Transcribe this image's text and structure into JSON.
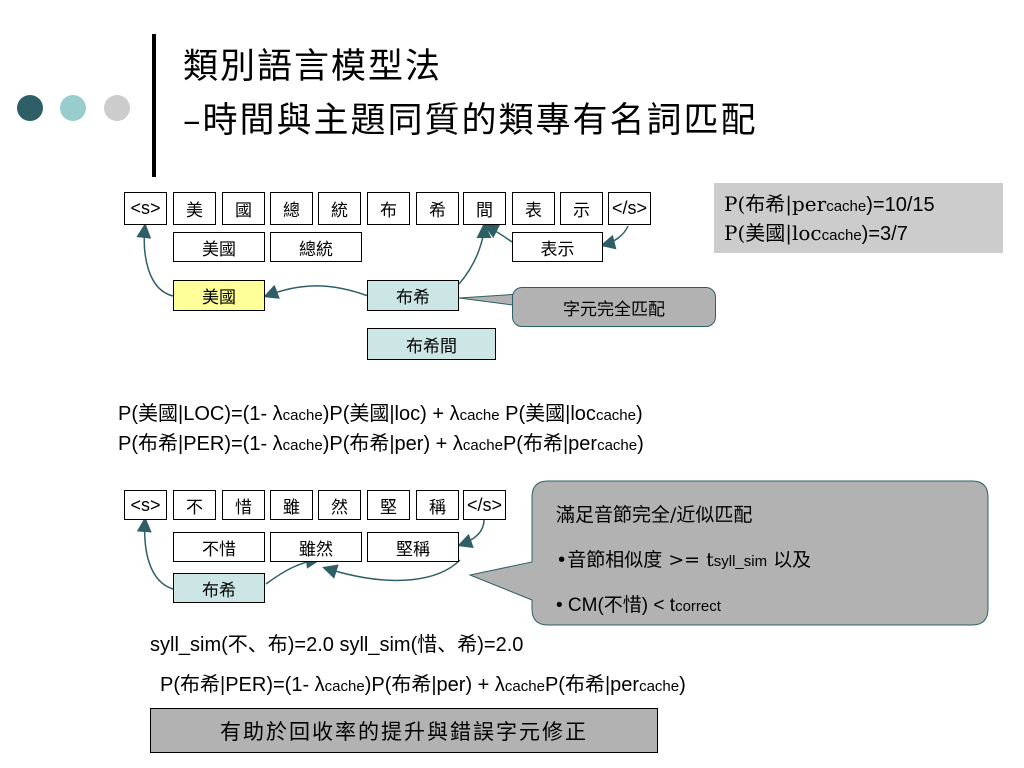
{
  "colors": {
    "dot1": "#2f5f66",
    "dot2": "#99cccc",
    "dot3": "#cccccc",
    "highlight_yellow": "#ffff99",
    "highlight_teal": "#cce6e6",
    "info_gray": "#cccccc",
    "summary_gray": "#b2b2b2",
    "arrow_stroke": "#2f5f66"
  },
  "title": {
    "line1": "類別語言模型法",
    "line2": "–時間與主題同質的類專有名詞匹配"
  },
  "example1": {
    "tokens": [
      "<s>",
      "美",
      "國",
      "總",
      "統",
      "布",
      "希",
      "間",
      "表",
      "示",
      "</s>"
    ],
    "words": [
      "美國",
      "總統",
      "表示"
    ],
    "class_loc": "美國",
    "class_per": "布希",
    "candidate": "布希間",
    "callout": "字元完全匹配"
  },
  "info": {
    "line1_pre": "P(布希|per",
    "line1_sub": "cache",
    "line1_post": ")=10/15",
    "line2_pre": "P(美國|loc",
    "line2_sub": "cache",
    "line2_post": ")=3/7"
  },
  "equations1": {
    "loc": {
      "a": "P(美國|LOC)=(1- λ",
      "b": "cache",
      "c": ")P(美國|loc) + λ",
      "d": "cache",
      "e": " P(美國|loc",
      "f": "cache",
      "g": ")"
    },
    "per": {
      "a": "P(布希|PER)=(1- λ",
      "b": "cache",
      "c": ")P(布希|per) + λ",
      "d": "cache",
      "e": "P(布希|per",
      "f": "cache",
      "g": ")"
    }
  },
  "example2": {
    "tokens": [
      "<s>",
      "不",
      "惜",
      "雖",
      "然",
      "堅",
      "稱",
      "</s>"
    ],
    "words": [
      "不惜",
      "雖然",
      "堅稱"
    ],
    "class_per": "布希",
    "callout": {
      "line1": "滿足音節完全/近似匹配",
      "line2_a": "•音節相似度 >= t",
      "line2_b": "syll_sim",
      "line2_c": " 以及",
      "line3_a": "• CM(不惜) < t",
      "line3_b": "correct"
    }
  },
  "equations2": {
    "syll": "syll_sim(不、布)=2.0  syll_sim(惜、希)=2.0",
    "per": {
      "a": "P(布希|PER)=(1- λ",
      "b": "cache",
      "c": ")P(布希|per) + λ",
      "d": "cache",
      "e": "P(布希|per",
      "f": "cache",
      "g": ")"
    }
  },
  "summary": "有助於回收率的提升與錯誤字元修正"
}
